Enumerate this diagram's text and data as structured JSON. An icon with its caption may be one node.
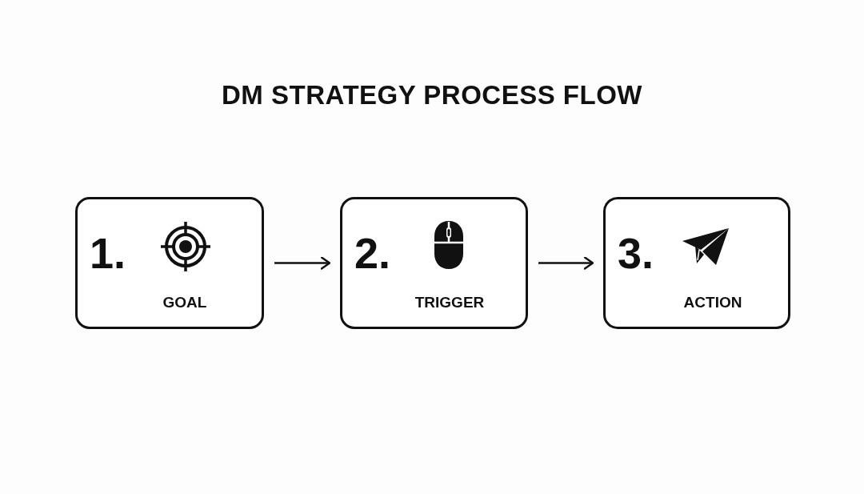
{
  "diagram": {
    "title": "DM STRATEGY PROCESS FLOW",
    "nodes": [
      {
        "text": [
          "1.",
          "GOAL"
        ]
      },
      {
        "text": [
          "2.",
          "TRIGGER"
        ]
      },
      {
        "text": [
          "3.",
          "ACTION"
        ]
      }
    ],
    "edges": [
      {
        "from": 0,
        "to": 1,
        "arrow": "to"
      },
      {
        "from": 1,
        "to": 2,
        "arrow": "to"
      }
    ]
  }
}
